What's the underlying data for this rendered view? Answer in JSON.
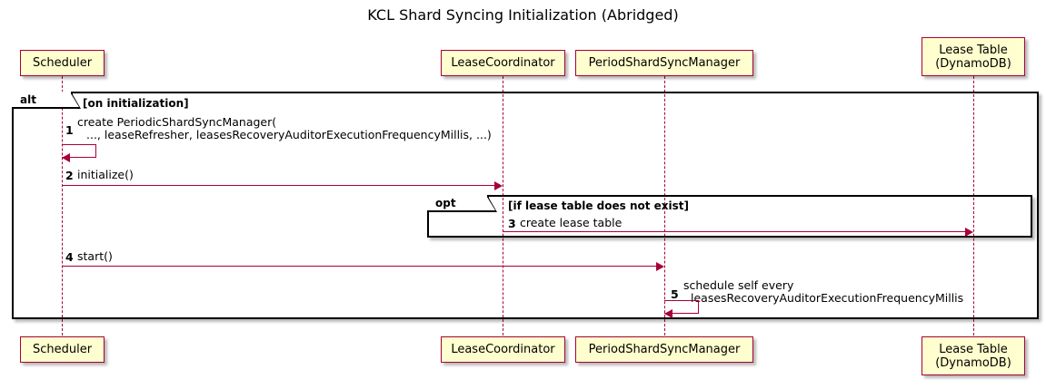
{
  "title": "KCL Shard Syncing Initialization (Abridged)",
  "diagram_type": "uml-sequence-diagram",
  "colors": {
    "participant_fill": "#FEFECE",
    "participant_border": "#A80036",
    "arrow": "#A80036",
    "fragment_border": "#000000",
    "text": "#000000",
    "background": "#FFFFFF"
  },
  "participants": [
    {
      "id": "scheduler",
      "label_line1": "Scheduler",
      "label_line2": ""
    },
    {
      "id": "lease-coordinator",
      "label_line1": "LeaseCoordinator",
      "label_line2": ""
    },
    {
      "id": "period-shard-sync-manager",
      "label_line1": "PeriodShardSyncManager",
      "label_line2": ""
    },
    {
      "id": "lease-table",
      "label_line1": "Lease Table",
      "label_line2": "(DynamoDB)"
    }
  ],
  "fragments": [
    {
      "id": "alt-on-initialization",
      "keyword": "alt",
      "guard": "[on initialization]"
    },
    {
      "id": "opt-lease-table",
      "keyword": "opt",
      "guard": "[if lease table does not exist]"
    }
  ],
  "messages": [
    {
      "num": "1",
      "from": "scheduler",
      "to": "scheduler",
      "self": true,
      "line1": "create PeriodicShardSyncManager(",
      "line2": "..., leaseRefresher, leasesRecoveryAuditorExecutionFrequencyMillis, ...)"
    },
    {
      "num": "2",
      "from": "scheduler",
      "to": "lease-coordinator",
      "self": false,
      "line1": "initialize()",
      "line2": ""
    },
    {
      "num": "3",
      "from": "lease-coordinator",
      "to": "lease-table",
      "self": false,
      "line1": "create lease table",
      "line2": ""
    },
    {
      "num": "4",
      "from": "scheduler",
      "to": "period-shard-sync-manager",
      "self": false,
      "line1": "start()",
      "line2": ""
    },
    {
      "num": "5",
      "from": "period-shard-sync-manager",
      "to": "period-shard-sync-manager",
      "self": true,
      "line1": "schedule self every",
      "line2": "leasesRecoveryAuditorExecutionFrequencyMillis"
    }
  ]
}
